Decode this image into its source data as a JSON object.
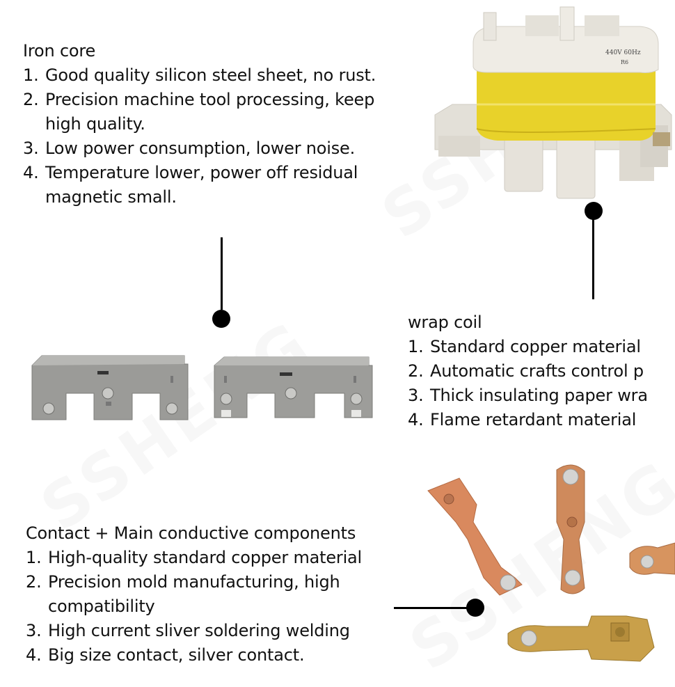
{
  "iron_core": {
    "title": "Iron core",
    "items": [
      {
        "num": "1.",
        "lines": [
          "Good quality silicon steel sheet, no rust."
        ]
      },
      {
        "num": "2.",
        "lines": [
          "Precision machine tool processing, keep",
          "high quality."
        ]
      },
      {
        "num": "3.",
        "lines": [
          "Low power consumption, lower noise."
        ]
      },
      {
        "num": "4.",
        "lines": [
          "Temperature lower, power off residual",
          "magnetic small."
        ]
      }
    ]
  },
  "wrap_coil": {
    "title": "wrap coil",
    "items": [
      {
        "num": "1.",
        "lines": [
          "Standard copper material"
        ]
      },
      {
        "num": "2.",
        "lines": [
          "Automatic crafts control p"
        ]
      },
      {
        "num": "3.",
        "lines": [
          "Thick insulating paper wra"
        ]
      },
      {
        "num": "4.",
        "lines": [
          "Flame retardant material"
        ]
      }
    ]
  },
  "contact": {
    "title": "Contact + Main conductive components",
    "items": [
      {
        "num": "1.",
        "lines": [
          "High-quality standard copper material"
        ]
      },
      {
        "num": "2.",
        "lines": [
          "Precision mold manufacturing, high",
          "compatibility"
        ]
      },
      {
        "num": "3.",
        "lines": [
          "High current sliver soldering welding"
        ]
      },
      {
        "num": "4.",
        "lines": [
          "Big size contact, silver contact."
        ]
      }
    ]
  },
  "coil_label": {
    "line1": "440V  60Hz",
    "line2": "R6"
  },
  "colors": {
    "coil_yellow": "#e8d22a",
    "plastic_white": "#e9e6df",
    "steel_gray": "#9a9a98",
    "copper": "#d9895e",
    "brass": "#c9a04a",
    "silver": "#cfcfcf"
  },
  "icons": [
    "coil-image",
    "iron-core-image",
    "copper-contacts-image"
  ]
}
